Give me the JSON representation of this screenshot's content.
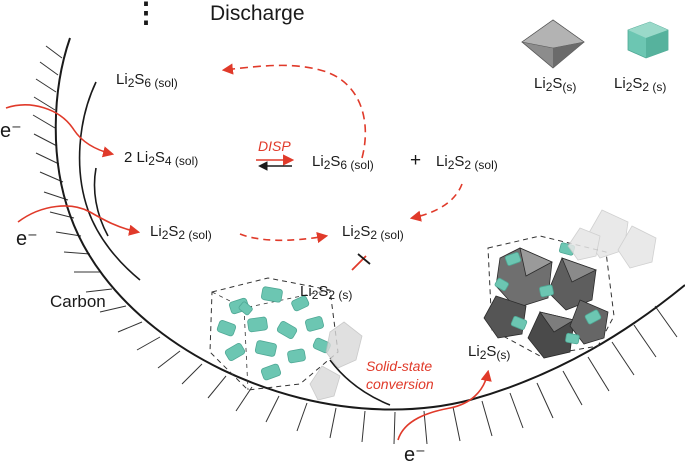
{
  "title": "Discharge",
  "ellipsis": "⋮",
  "substrate_label": "Carbon",
  "electron_label": "e⁻",
  "legend": [
    {
      "name": "Li2S",
      "base": "Li",
      "sub1": "2",
      "mid": "S",
      "sub2": "(s)",
      "color": "#8c8c8c"
    },
    {
      "name": "Li2S2",
      "base": "Li",
      "sub1": "2",
      "mid": "S",
      "sub2": "2 (s)",
      "color": "#6cc6b2"
    }
  ],
  "species": {
    "li2s6_top": {
      "a": "Li",
      "s1": "2",
      "b": "S",
      "s2": "6 (sol)"
    },
    "li2s4": {
      "prefix": "2 ",
      "a": "Li",
      "s1": "2",
      "b": "S",
      "s2": "4 (sol)"
    },
    "li2s6_mid": {
      "a": "Li",
      "s1": "2",
      "b": "S",
      "s2": "6 (sol)"
    },
    "plus": "+",
    "li2s2_right": {
      "a": "Li",
      "s1": "2",
      "b": "S",
      "s2": "2 (sol)"
    },
    "li2s2_left": {
      "a": "Li",
      "s1": "2",
      "b": "S",
      "s2": "2 (sol)"
    },
    "li2s2_center": {
      "a": "Li",
      "s1": "2",
      "b": "S",
      "s2": "2 (sol)"
    },
    "li2s2_solid": {
      "a": "Li",
      "s1": "2",
      "b": "S",
      "s2": "2 (s)"
    },
    "li2s_solid": {
      "a": "Li",
      "s1": "2",
      "b": "S",
      "s2": "(s)"
    }
  },
  "disp_label": "DISP",
  "solid_state_line1": "Solid-state",
  "solid_state_line2": "conversion",
  "colors": {
    "arrow_red": "#e03a2a",
    "li2s": "#7a7a7a",
    "li2s2": "#6cc6b2",
    "line": "#1a1a1a"
  }
}
